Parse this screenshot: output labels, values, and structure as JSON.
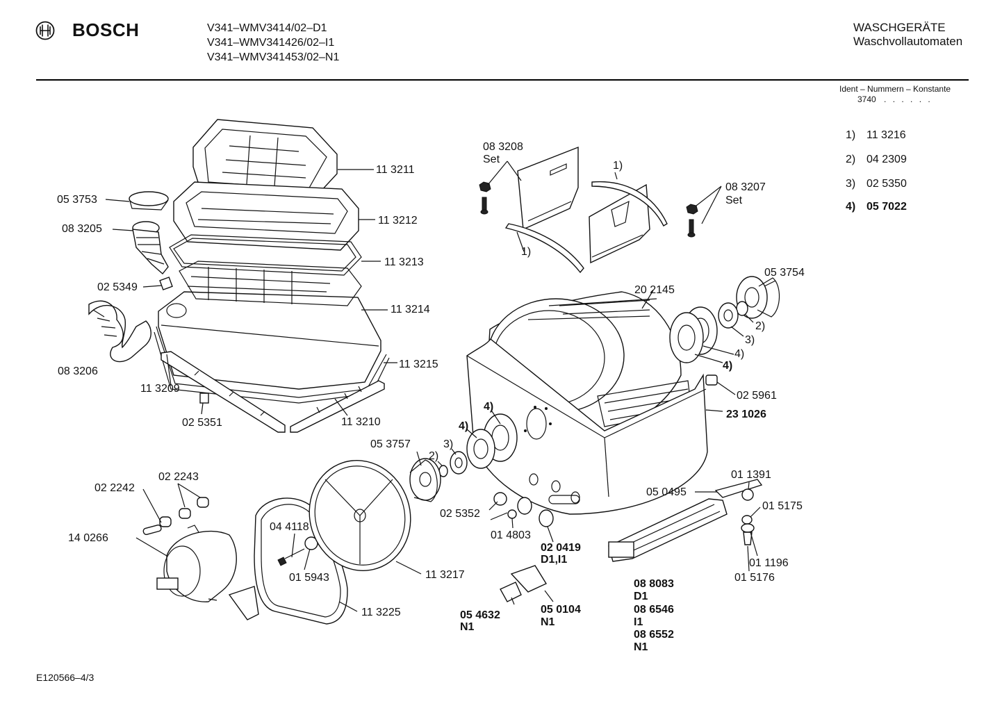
{
  "header": {
    "brand": "BOSCH",
    "logo_icon": "bosch-armature-logo-icon",
    "models": [
      "V341–WMV3414/02–D1",
      "V341–WMV341426/02–I1",
      "V341–WMV341453/02–N1"
    ],
    "category_line1": "WASCHGERÄTE",
    "category_line2": "Waschvollautomaten",
    "ident_label": "Ident – Nummern – Konstante",
    "ident_value": "3740",
    "ident_dots": ". .  . . . ."
  },
  "key_list": [
    {
      "num": "1)",
      "code": "11 3216"
    },
    {
      "num": "2)",
      "code": "04 2309"
    },
    {
      "num": "3)",
      "code": "02 5350"
    },
    {
      "num": "4)",
      "code": "05 7022"
    }
  ],
  "labels": {
    "p113211": "11 3211",
    "p053753": "05 3753",
    "p113212": "11 3212",
    "p083205": "08 3205",
    "p113213": "11 3213",
    "p025349": "02 5349",
    "p113214": "11 3214",
    "p083206": "08 3206",
    "p113215": "11 3215",
    "p113209": "11 3209",
    "p025351": "02 5351",
    "p113210": "11 3210",
    "p083208": "08 3208",
    "set1": "Set",
    "p083207": "08 3207",
    "set2": "Set",
    "fn1a": "1)",
    "fn1b": "1)",
    "p053754": "05 3754",
    "p202145": "20 2145",
    "fn2a": "2)",
    "fn3a": "3)",
    "fn4a": "4)",
    "fn4b": "4)",
    "p025961": "02 5961",
    "p231026": "23  1026",
    "fn4c": "4)",
    "fn4d": "4)",
    "fn3b": "3)",
    "fn2b": "2)",
    "p053757": "05 3757",
    "p022242": "02 2242",
    "p022243": "02 2243",
    "p140266": "14 0266",
    "p044118": "04 4118",
    "p015943": "01 5943",
    "p113217": "11 3217",
    "p113225": "11 3225",
    "p025352": "02 5352",
    "p014803": "01 4803",
    "p020419": "02  0419",
    "p020419v": "D1,I1",
    "p054632": "05  4632",
    "p054632v": "N1",
    "p050104": "05  0104",
    "p050104v": "N1",
    "p011391": "01 1391",
    "p050495": "05 0495",
    "p015175": "01 5175",
    "p011196": "01 1196",
    "p015176": "01 5176",
    "p088083": "08  8083",
    "v_d1": "D1",
    "p086546": "08  6546",
    "v_i1": "I1",
    "p086552": "08  6552",
    "v_n1": "N1"
  },
  "footer": {
    "doc_id": "E120566–4/3"
  }
}
